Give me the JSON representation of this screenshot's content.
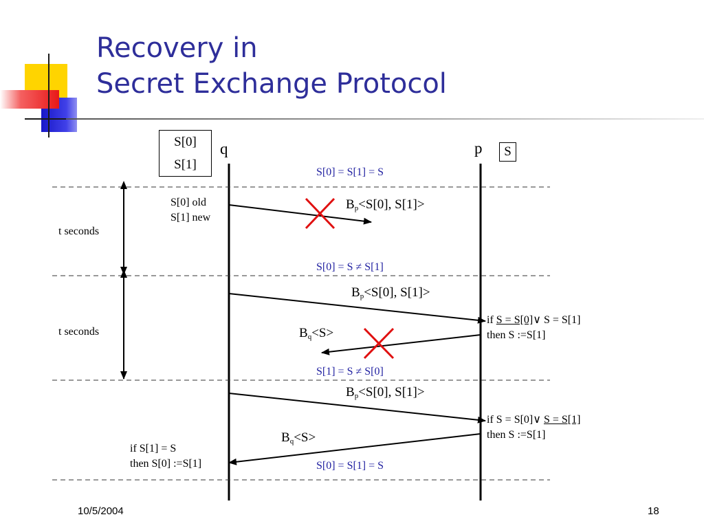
{
  "slide": {
    "title_line1": "Recovery in",
    "title_line2": "Secret Exchange Protocol",
    "date": "10/5/2004",
    "page_number": "18"
  },
  "colors": {
    "title": "#2E2E9A",
    "annotation": "#1F1FA0",
    "cross": "#E01010",
    "deco_yellow": "#FFD400",
    "deco_red": "#F03030",
    "deco_blue": "#2020D0"
  },
  "registers": {
    "q_s0": "S[0]",
    "q_s1": "S[1]",
    "p_s": "S"
  },
  "processes": {
    "q": "q",
    "p": "p"
  },
  "states": {
    "state1": "S[0] = S[1] = S",
    "state2": "S[0] = S ≠ S[1]",
    "state3": "S[1] = S ≠ S[0]",
    "state4": "S[0] = S[1] = S"
  },
  "intervals": {
    "t1": "t seconds",
    "t2": "t seconds"
  },
  "notes": {
    "q_update_1": "S[0] old",
    "q_update_2": "S[1] new",
    "q_final_1": "if S[1] = S",
    "q_final_2": "then S[0] :=S[1]"
  },
  "messages": {
    "m1": {
      "sym": "B",
      "sub": "p",
      "rest": "<S[0], S[1]>",
      "lost": true
    },
    "m2": {
      "sym": "B",
      "sub": "p",
      "rest": "<S[0], S[1]>",
      "lost": false
    },
    "m3": {
      "sym": "B",
      "sub": "q",
      "rest": "<S>",
      "lost": true
    },
    "m4": {
      "sym": "B",
      "sub": "p",
      "rest": "<S[0], S[1]>",
      "lost": false
    },
    "m5": {
      "sym": "B",
      "sub": "q",
      "rest": "<S>",
      "lost": false
    }
  },
  "p_rules": {
    "r1_if": "if ",
    "r1_cond_a": "S = S[0]",
    "r1_or": "∨",
    "r1_cond_b": " S = S[1]",
    "r1_then": "then S :=S[1]",
    "r2_if": "if S = S[0]",
    "r2_or": "∨",
    "r2_space": " ",
    "r2_cond_b": "S = S[1]",
    "r2_then": "then S :=S[1]"
  }
}
